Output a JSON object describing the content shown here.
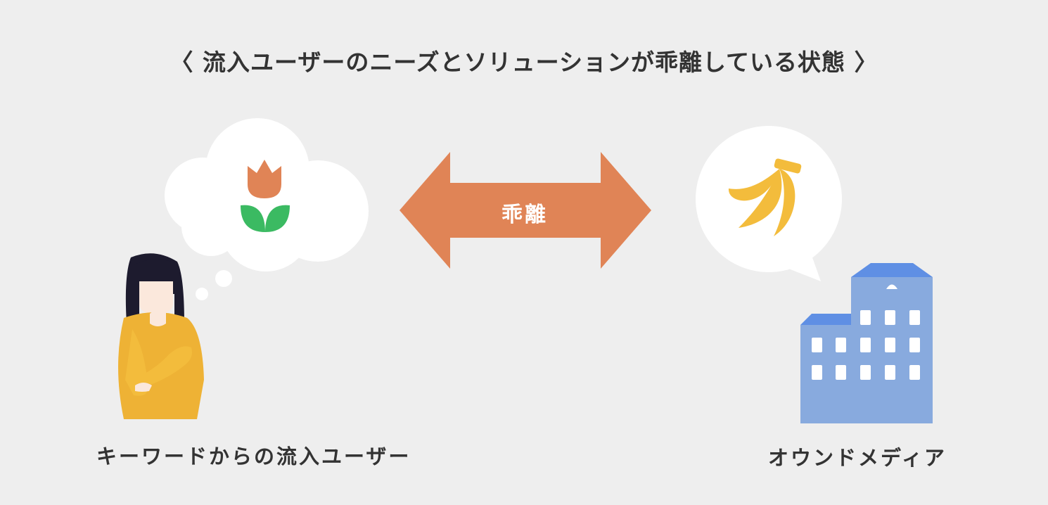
{
  "title": "〈 流入ユーザーのニーズとソリューションが乖離している状態 〉",
  "arrow_label": "乖離",
  "left_label": "キーワードからの流入ユーザー",
  "right_label": "オウンドメディア",
  "icons": {
    "left_thought": "tulip-icon",
    "right_speech": "banana-icon",
    "person": "thinking-woman-illustration",
    "building": "office-building-illustration"
  },
  "colors": {
    "background": "#eeeeee",
    "text": "#333333",
    "arrow": "#e08456",
    "tulip_petal": "#e08456",
    "tulip_leaf": "#3bba62",
    "banana": "#f3bc3c",
    "sweater": "#eeb235",
    "hair": "#1d1b2e",
    "skin": "#fbe8dc",
    "building_wall": "#88aade",
    "building_roof": "#5f8fe4",
    "window": "#ffffff"
  }
}
